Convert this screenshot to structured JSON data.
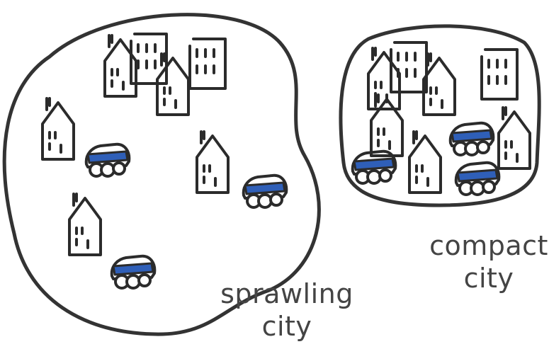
{
  "labels": {
    "sprawling_line1": "sprawling",
    "sprawling_line2": "city",
    "compact_line1": "compact",
    "compact_line2": "city"
  },
  "colors": {
    "ink": "#2b2b2b",
    "car_blue": "#2f5fb8",
    "text": "#444444"
  },
  "icons": [
    "house-icon",
    "apartment-icon",
    "car-icon"
  ]
}
